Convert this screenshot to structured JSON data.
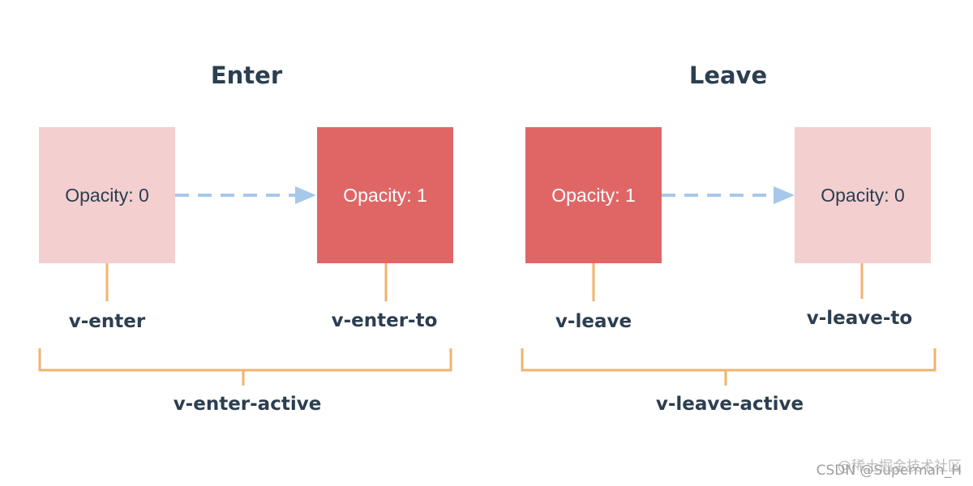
{
  "enter": {
    "title": "Enter",
    "start_box": "Opacity: 0",
    "end_box": "Opacity: 1",
    "start_label": "v-enter",
    "end_label": "v-enter-to",
    "active_label": "v-enter-active"
  },
  "leave": {
    "title": "Leave",
    "start_box": "Opacity: 1",
    "end_box": "Opacity: 0",
    "start_label": "v-leave",
    "end_label": "v-leave-to",
    "active_label": "v-leave-active"
  },
  "colors": {
    "light_box": "#f3cfcf",
    "solid_box": "#e06666",
    "arrow": "#a6c8ea",
    "bracket": "#f0b36d",
    "text_dark": "#2c3e50"
  },
  "watermark": {
    "line1": "@稀土掘金技术社区",
    "line2": "CSDN @Superman_H"
  }
}
